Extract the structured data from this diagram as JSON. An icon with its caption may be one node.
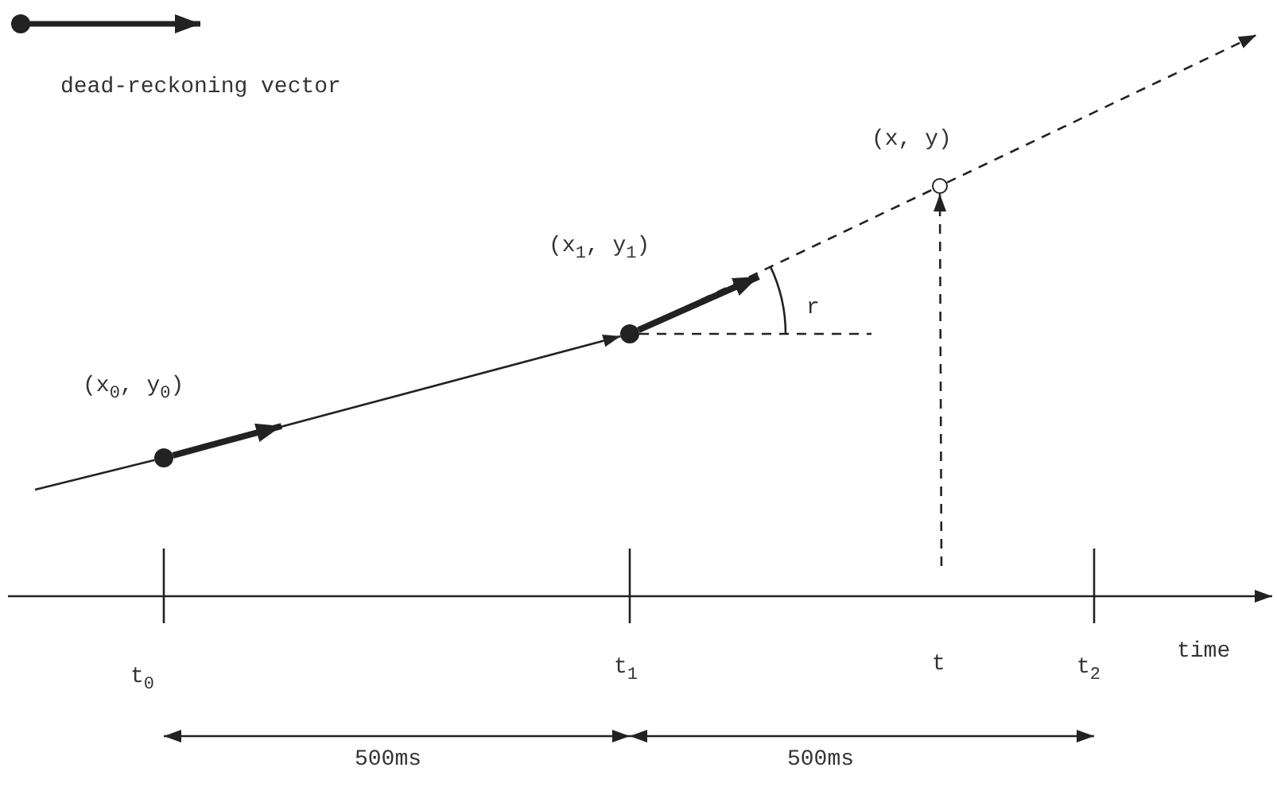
{
  "diagram": {
    "nodes": [
      {
        "text": [],
        "shape": "circle",
        "beside": [
          "(x$_{0}$, y$_{0}$)"
        ]
      },
      {
        "text": [],
        "shape": "circle",
        "beside": [
          "(x$_{1}$, y$_{1}$)"
        ]
      },
      {
        "text": [],
        "shape": "circle",
        "beside": [
          "(x, y)"
        ]
      }
    ],
    "edges": [
      {
        "from": null,
        "to": 0,
        "arrow": "none"
      },
      {
        "from": 0,
        "to": null,
        "arrow": "to",
        "style": "thick"
      },
      {
        "from": 0,
        "to": 1,
        "arrow": "to"
      },
      {
        "from": 1,
        "to": null,
        "arrow": "to",
        "style": "thick"
      },
      {
        "from": 1,
        "to": 2,
        "arrow": "none",
        "style": "dashed"
      },
      {
        "from": 2,
        "to": null,
        "arrow": "to",
        "style": "dashed"
      },
      {
        "from": null,
        "to": 2,
        "arrow": "to",
        "style": "dashed"
      }
    ],
    "labels": [
      "r",
      "time",
      "t$_{0}$",
      "t$_{1}$",
      "t",
      "t$_{2}$",
      "500ms",
      "500ms"
    ],
    "legend": [
      {
        "text": "dead-reckoning vector"
      }
    ]
  }
}
